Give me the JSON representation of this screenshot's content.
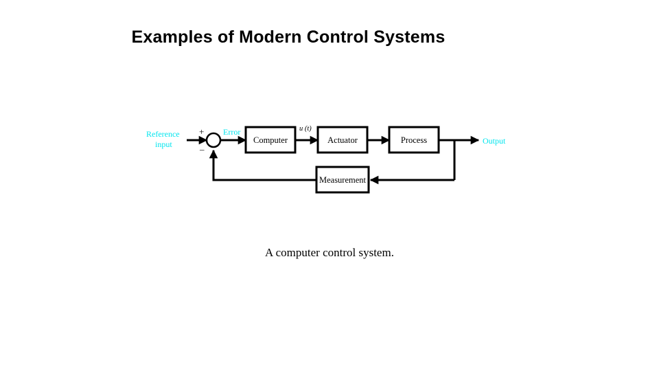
{
  "slide": {
    "title": "Examples of Modern Control Systems",
    "background_color": "#ffffff",
    "title_color": "#000000"
  },
  "figure": {
    "caption": "A computer control system.",
    "accent_color": "#00e5ee",
    "line_color": "#000000",
    "block_fill": "#ffffff",
    "blocks": [
      {
        "name": "computer",
        "label": "Computer"
      },
      {
        "name": "actuator",
        "label": "Actuator"
      },
      {
        "name": "process",
        "label": "Process"
      },
      {
        "name": "measurement",
        "label": "Measurement"
      }
    ],
    "signals": {
      "reference_input_line1": "Reference",
      "reference_input_line2": "input",
      "error": "Error",
      "control": "u (t)",
      "output": "Output"
    },
    "summing_junction": {
      "name": "summing-junction",
      "plus_sign": "+",
      "minus_sign": "–"
    }
  }
}
